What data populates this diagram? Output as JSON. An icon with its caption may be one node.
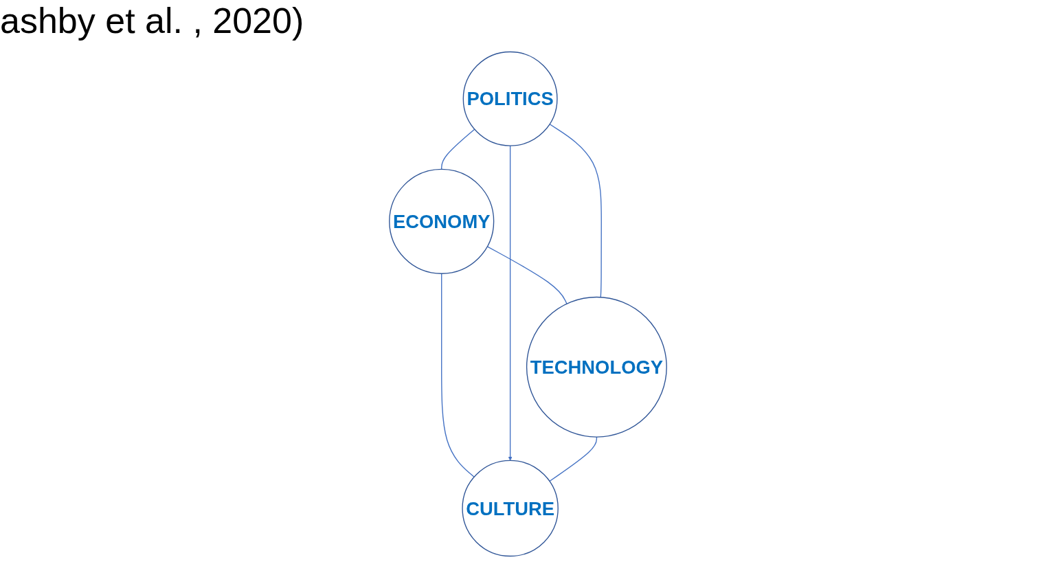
{
  "diagram": {
    "nodes": [
      {
        "text": [
          "ECONOMY"
        ]
      },
      {
        "text": [
          "POLITICS"
        ]
      },
      {
        "text": [
          "TECHNOLOGY"
        ]
      },
      {
        "text": [
          "CULTURE"
        ]
      }
    ],
    "edges": [
      {
        "from": 1,
        "to": 0,
        "arrow": "none"
      },
      {
        "from": 0,
        "to": 2,
        "arrow": "none"
      },
      {
        "from": 0,
        "to": 3,
        "arrow": "none"
      },
      {
        "from": 1,
        "to": 2,
        "arrow": "none"
      },
      {
        "from": 1,
        "to": 3,
        "arrow": "to"
      },
      {
        "from": 2,
        "to": 3,
        "arrow": "none"
      }
    ],
    "labels": [
      "ashby et al. , 2020)"
    ]
  }
}
